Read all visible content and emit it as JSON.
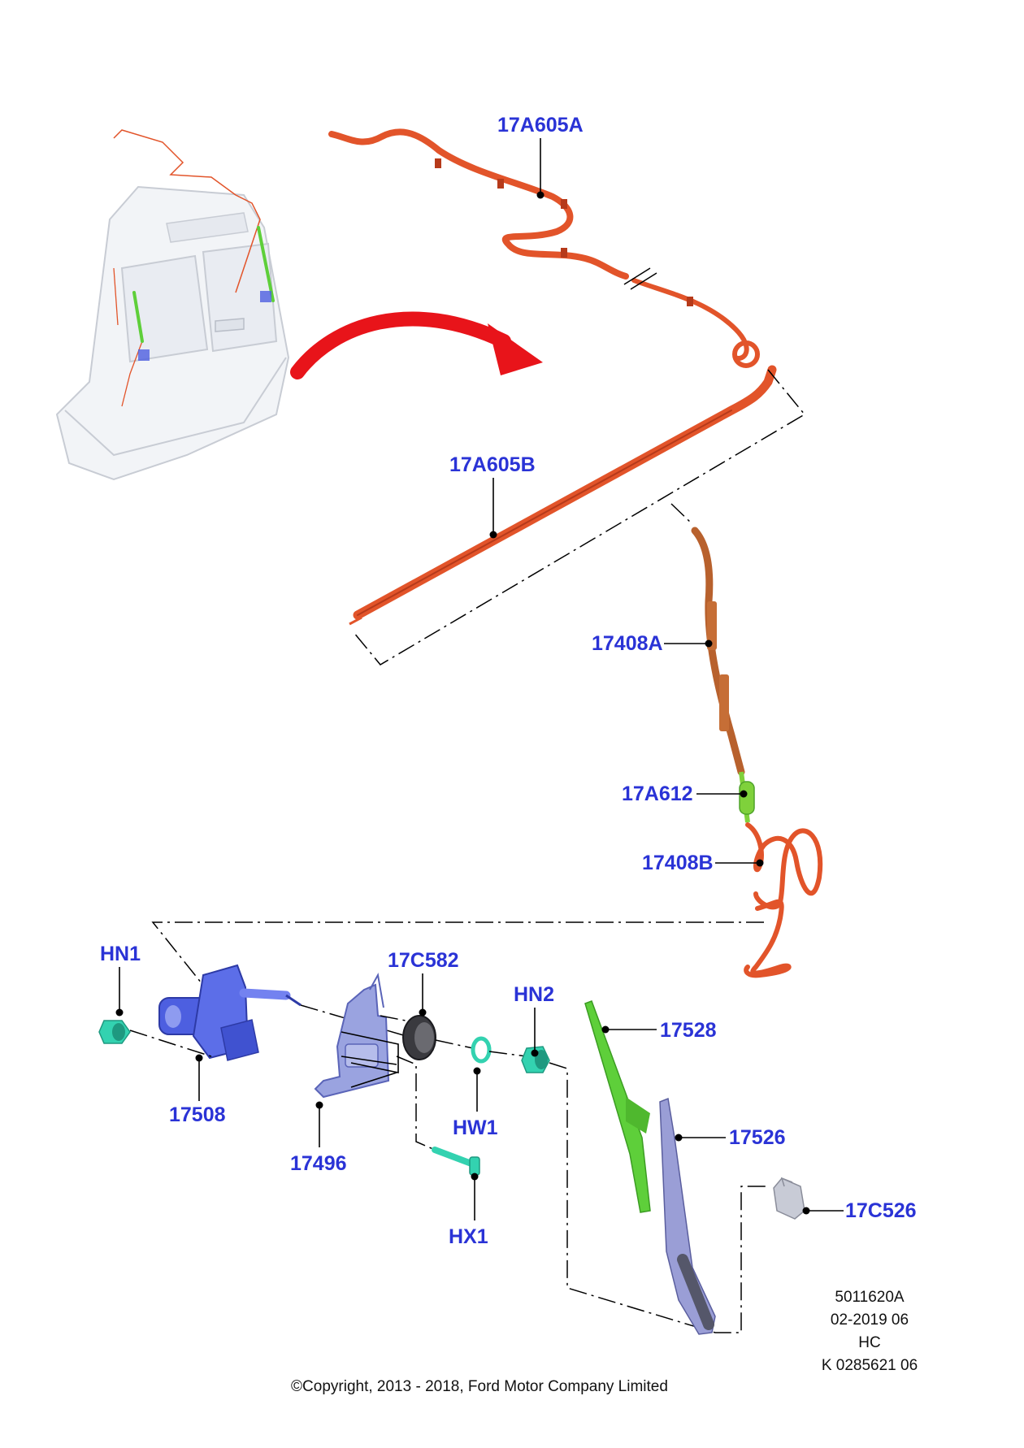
{
  "colors": {
    "callout": "#2a33d6",
    "hose": "#e2542a",
    "hose_dark": "#b63a1a",
    "tube_brown": "#b8612d",
    "connector_green": "#7fd13b",
    "blade_green": "#5ecf3a",
    "motor_blue": "#4d5fe0",
    "bracket_lilac": "#9aa3e0",
    "fitting_teal": "#33d2b0",
    "arrow_red": "#e8141a",
    "arm_grey": "#8e92c8"
  },
  "callouts": {
    "c17A605A": "17A605A",
    "c17A605B": "17A605B",
    "c17408A": "17408A",
    "c17A612": "17A612",
    "c17408B": "17408B",
    "cHN1": "HN1",
    "c17C582": "17C582",
    "cHN2": "HN2",
    "c17528": "17528",
    "c17508": "17508",
    "cHW1": "HW1",
    "c17526": "17526",
    "c17496": "17496",
    "cHX1": "HX1",
    "c17C526": "17C526"
  },
  "info": {
    "ref_number": "5011620A",
    "date_code": "02-2019 06",
    "region": "HC",
    "k_number": "K 0285621 06"
  },
  "copyright": "©Copyright, 2013 - 2018, Ford Motor Company Limited"
}
